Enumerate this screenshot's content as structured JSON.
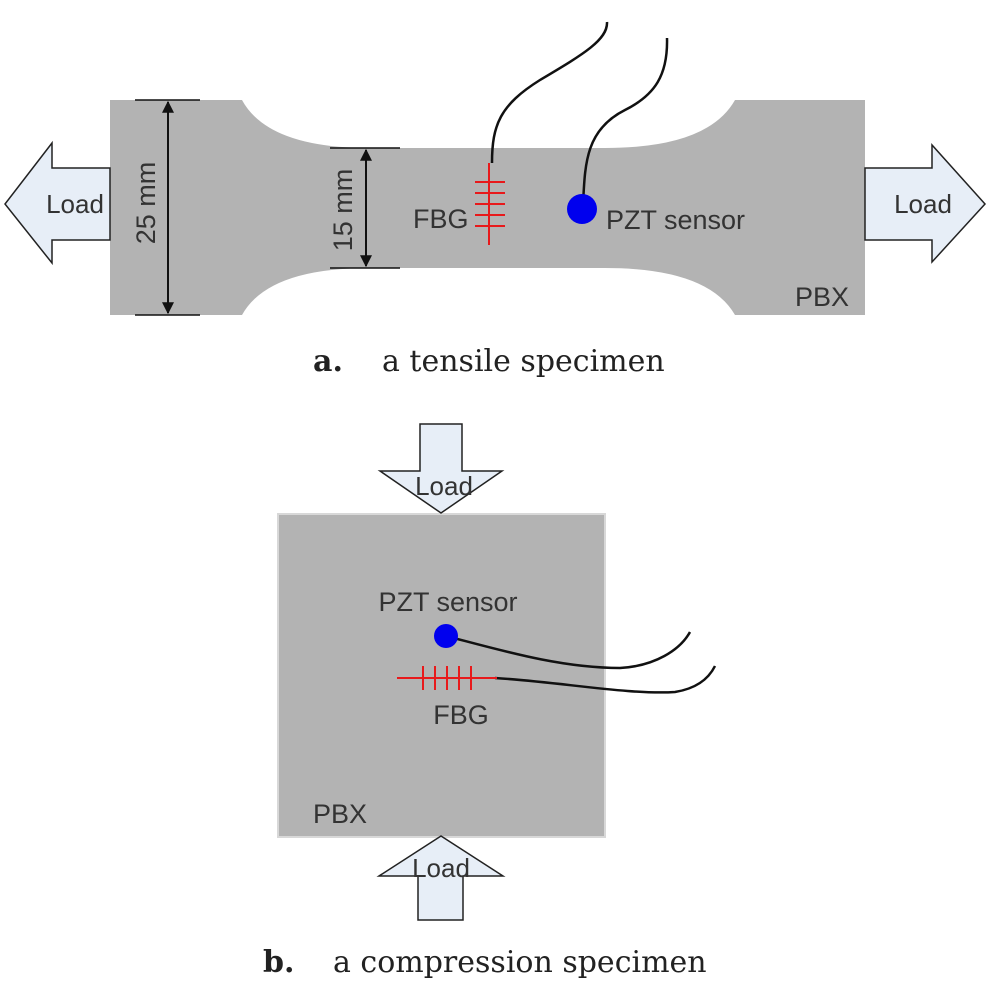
{
  "panel_a": {
    "load_left": "Load",
    "load_right": "Load",
    "dim_outer": "25 mm",
    "dim_inner": "15 mm",
    "fbg": "FBG",
    "pzt": "PZT sensor",
    "material": "PBX",
    "caption_letter": "a.",
    "caption_text": "a tensile specimen"
  },
  "panel_b": {
    "load_top": "Load",
    "load_bottom": "Load",
    "pzt": "PZT sensor",
    "fbg": "FBG",
    "material": "PBX",
    "caption_letter": "b.",
    "caption_text": "a compression specimen"
  },
  "colors": {
    "specimen": "#b3b3b3",
    "arrow_fill": "#e7eef7",
    "fbg": "#e8191b",
    "pzt": "#0000ee",
    "wire": "#111111"
  }
}
